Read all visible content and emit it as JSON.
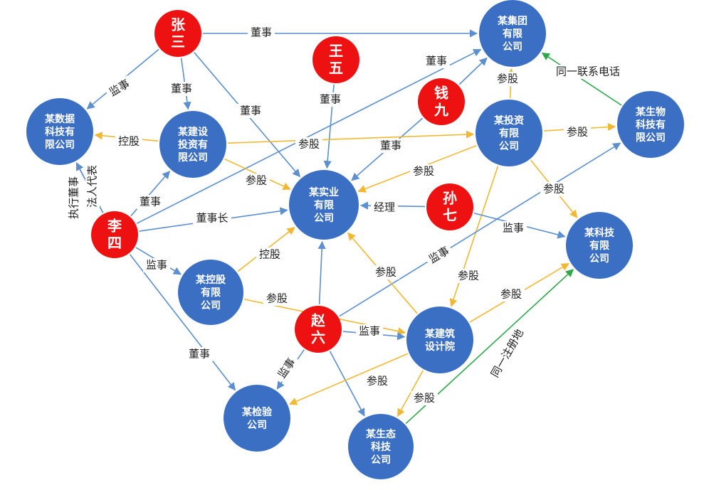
{
  "colors": {
    "person": "#ee1111",
    "company": "#3b6fc4",
    "edge_blue": "#5b8fcf",
    "edge_yellow": "#f2b833",
    "edge_green": "#2ea84a"
  },
  "nodes": [
    {
      "id": "zhangsan",
      "type": "person",
      "lines": [
        "张",
        "三"
      ]
    },
    {
      "id": "wangwu",
      "type": "person",
      "lines": [
        "王",
        "五"
      ]
    },
    {
      "id": "qianjiu",
      "type": "person",
      "lines": [
        "钱",
        "九"
      ]
    },
    {
      "id": "sunqi",
      "type": "person",
      "lines": [
        "孙",
        "七"
      ]
    },
    {
      "id": "lisi",
      "type": "person",
      "lines": [
        "李",
        "四"
      ]
    },
    {
      "id": "zhaoliu",
      "type": "person",
      "lines": [
        "赵",
        "六"
      ]
    },
    {
      "id": "jituan",
      "type": "company",
      "lines": [
        "某集团",
        "有限",
        "公司"
      ]
    },
    {
      "id": "shuju",
      "type": "company",
      "lines": [
        "某数据",
        "科技有",
        "限公司"
      ]
    },
    {
      "id": "jianshe",
      "type": "company",
      "lines": [
        "某建设",
        "投资有",
        "限公司"
      ]
    },
    {
      "id": "shiye",
      "type": "company",
      "lines": [
        "某实业",
        "有限",
        "公司"
      ]
    },
    {
      "id": "touzi",
      "type": "company",
      "lines": [
        "某投资",
        "有限",
        "公司"
      ]
    },
    {
      "id": "shengwu",
      "type": "company",
      "lines": [
        "某生物",
        "科技有",
        "限公司"
      ]
    },
    {
      "id": "keji",
      "type": "company",
      "lines": [
        "某科技",
        "有限",
        "公司"
      ]
    },
    {
      "id": "konggu",
      "type": "company",
      "lines": [
        "某控股",
        "有限",
        "公司"
      ]
    },
    {
      "id": "jianzhu",
      "type": "company",
      "lines": [
        "某建筑",
        "设计院"
      ]
    },
    {
      "id": "jianyan",
      "type": "company",
      "lines": [
        "某检验",
        "公司"
      ]
    },
    {
      "id": "shengtai",
      "type": "company",
      "lines": [
        "某生态",
        "科技",
        "公司"
      ]
    }
  ],
  "edges": [
    {
      "from": "zhangsan",
      "to": "jituan",
      "color": "blue",
      "label": "董事"
    },
    {
      "from": "zhangsan",
      "to": "shuju",
      "color": "blue",
      "label": "监事"
    },
    {
      "from": "zhangsan",
      "to": "jianshe",
      "color": "blue",
      "label": "董事"
    },
    {
      "from": "zhangsan",
      "to": "shiye",
      "color": "blue",
      "label": "董事"
    },
    {
      "from": "wangwu",
      "to": "shiye",
      "color": "blue",
      "label": "董事"
    },
    {
      "from": "qianjiu",
      "to": "shiye",
      "color": "blue",
      "label": "董事"
    },
    {
      "from": "qianjiu",
      "to": "jituan",
      "color": "blue",
      "label": ""
    },
    {
      "from": "lisi",
      "to": "jituan",
      "color": "blue",
      "label": "董事"
    },
    {
      "from": "jianshe",
      "to": "shuju",
      "color": "yellow",
      "label": "控股"
    },
    {
      "from": "jianshe",
      "to": "touzi",
      "color": "yellow",
      "label": "参股"
    },
    {
      "from": "jianshe",
      "to": "shiye",
      "color": "yellow",
      "label": "参股"
    },
    {
      "from": "touzi",
      "to": "jituan",
      "color": "yellow",
      "label": "参股"
    },
    {
      "from": "touzi",
      "to": "shengwu",
      "color": "yellow",
      "label": "参股"
    },
    {
      "from": "touzi",
      "to": "shiye",
      "color": "yellow",
      "label": "参股"
    },
    {
      "from": "touzi",
      "to": "keji",
      "color": "yellow",
      "label": "参股"
    },
    {
      "from": "touzi",
      "to": "jianzhu",
      "color": "yellow",
      "label": "参股"
    },
    {
      "from": "shengwu",
      "to": "jituan",
      "color": "green",
      "label": "同一联系电话"
    },
    {
      "from": "sunqi",
      "to": "shiye",
      "color": "blue",
      "label": "经理"
    },
    {
      "from": "sunqi",
      "to": "keji",
      "color": "blue",
      "label": "监事"
    },
    {
      "from": "lisi",
      "to": "jianshe",
      "color": "blue",
      "label": "董事"
    },
    {
      "from": "lisi",
      "to": "shiye",
      "color": "blue",
      "label": "董事长"
    },
    {
      "from": "lisi",
      "to": "konggu",
      "color": "blue",
      "label": "监事"
    },
    {
      "from": "lisi",
      "to": "jianyan",
      "color": "blue",
      "label": "董事"
    },
    {
      "from": "lisi",
      "to": "shuju",
      "color": "blue",
      "label": "执行董事"
    },
    {
      "from": "lisi",
      "to": "shuju",
      "color": "blue",
      "label": "法人代表"
    },
    {
      "from": "konggu",
      "to": "shiye",
      "color": "yellow",
      "label": "控股"
    },
    {
      "from": "konggu",
      "to": "jianzhu",
      "color": "yellow",
      "label": "参股"
    },
    {
      "from": "zhaoliu",
      "to": "shiye",
      "color": "blue",
      "label": ""
    },
    {
      "from": "zhaoliu",
      "to": "jianzhu",
      "color": "blue",
      "label": "监事"
    },
    {
      "from": "zhaoliu",
      "to": "jianyan",
      "color": "blue",
      "label": "监事"
    },
    {
      "from": "zhaoliu",
      "to": "shengtai",
      "color": "blue",
      "label": ""
    },
    {
      "from": "zhaoliu",
      "to": "shengwu",
      "color": "blue",
      "label": "监事"
    },
    {
      "from": "jianzhu",
      "to": "shiye",
      "color": "yellow",
      "label": "参股"
    },
    {
      "from": "jianzhu",
      "to": "keji",
      "color": "yellow",
      "label": "参股"
    },
    {
      "from": "jianzhu",
      "to": "jianyan",
      "color": "yellow",
      "label": "参股"
    },
    {
      "from": "jianzhu",
      "to": "shengtai",
      "color": "yellow",
      "label": "参股"
    },
    {
      "from": "shengtai",
      "to": "keji",
      "color": "green",
      "label": "同一注册地"
    }
  ]
}
